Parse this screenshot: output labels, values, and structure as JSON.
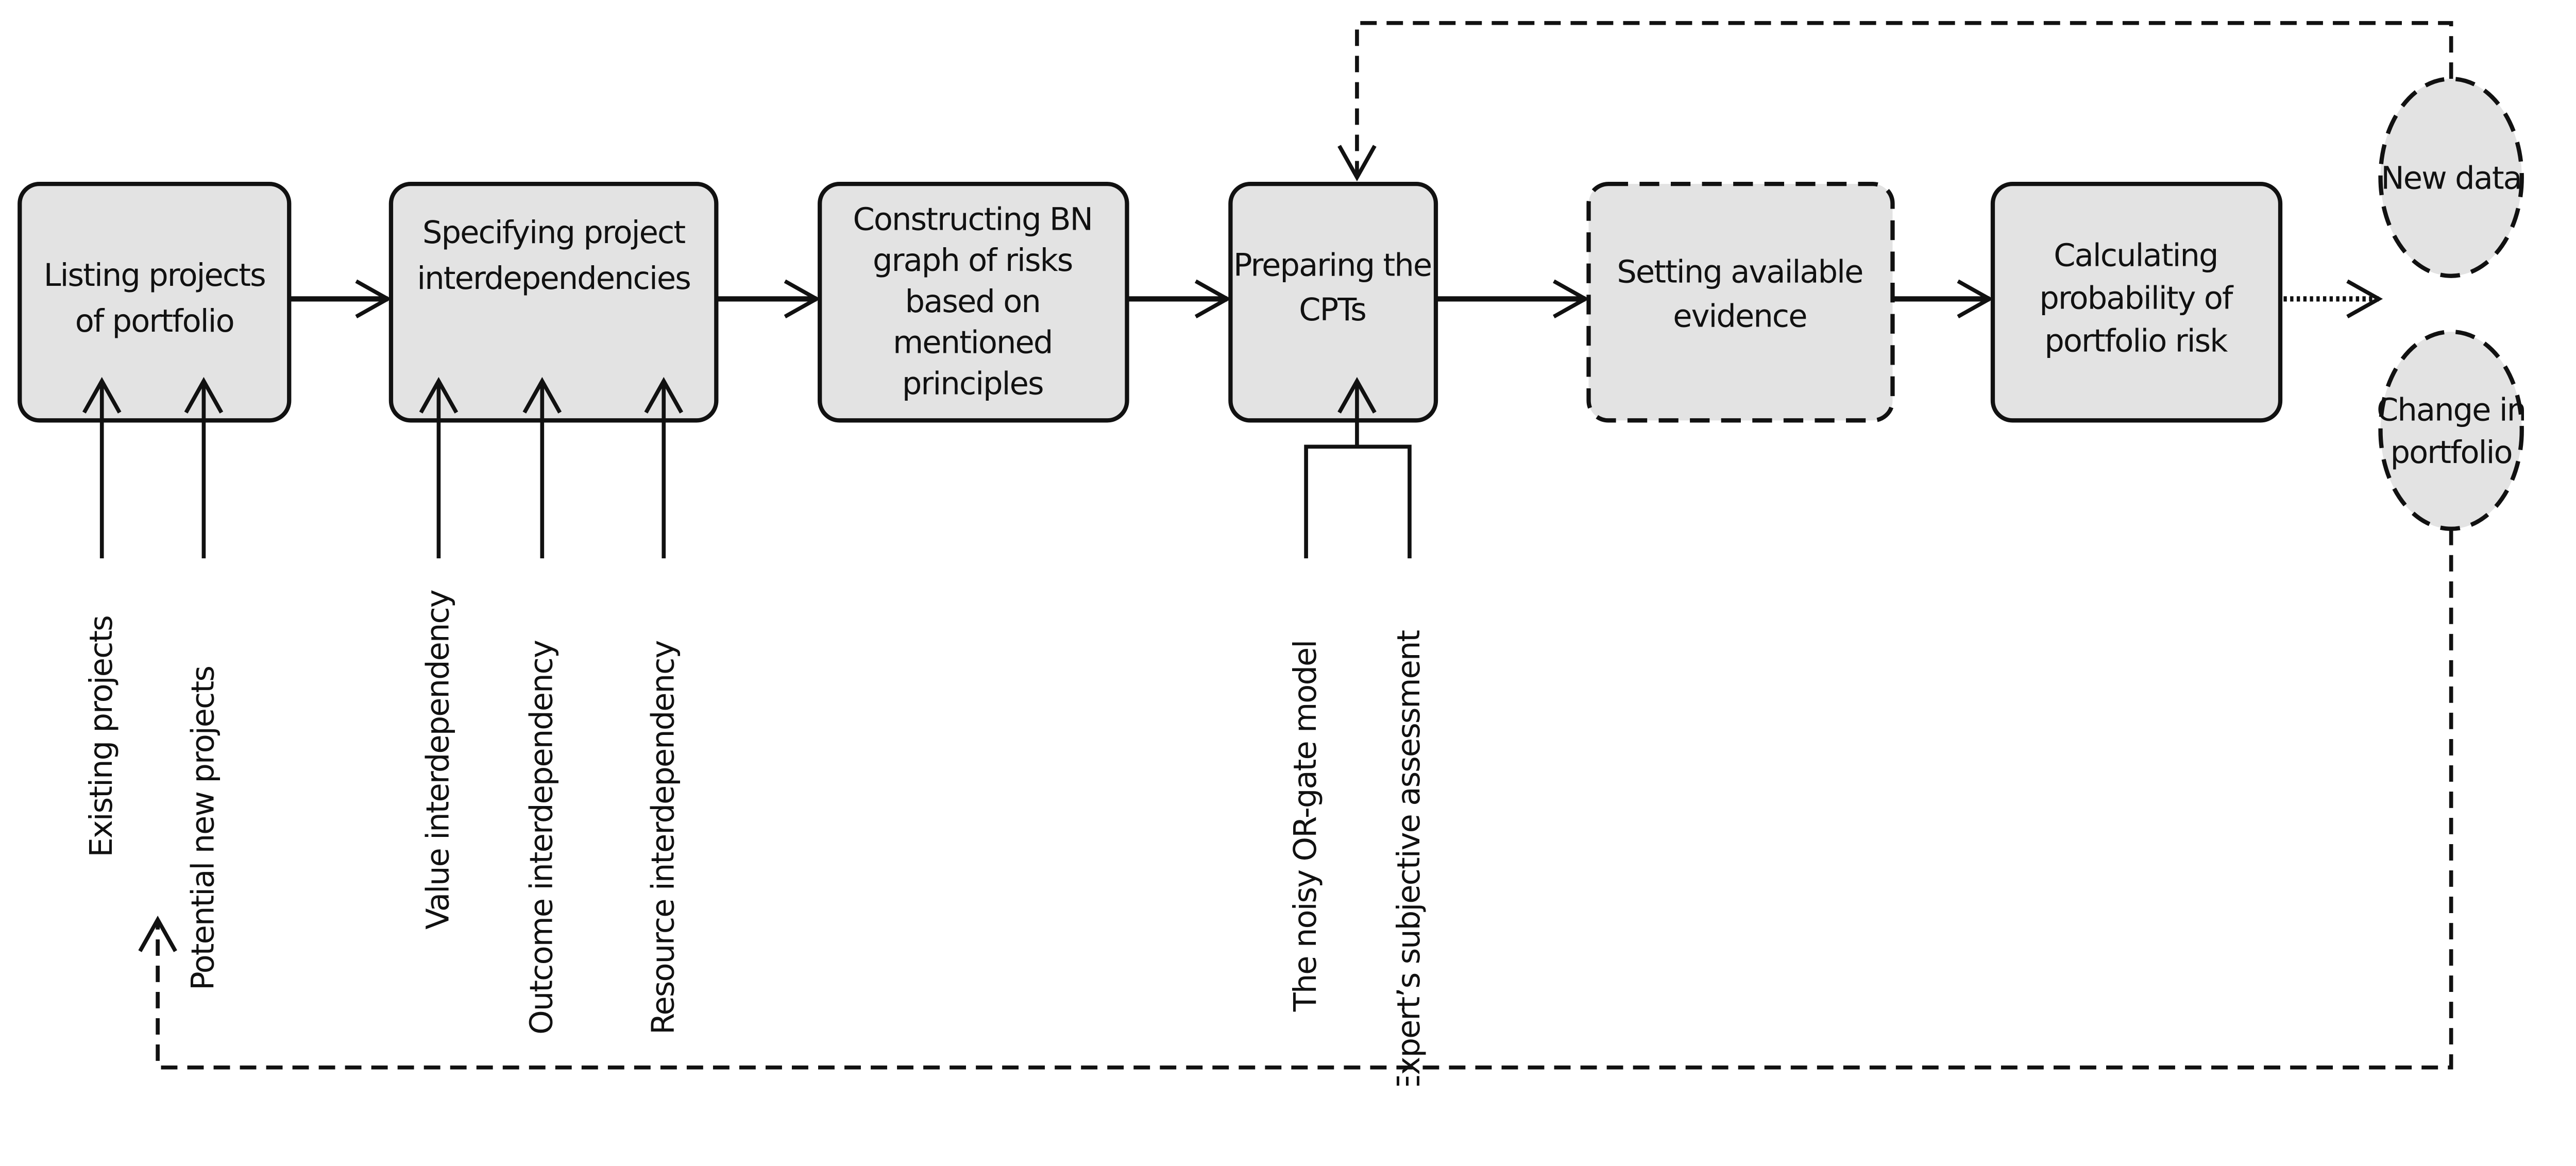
{
  "diagram": {
    "steps": [
      {
        "lines": [
          "Listing projects",
          "of portfolio"
        ]
      },
      {
        "lines": [
          "Specifying project",
          "interdependencies"
        ]
      },
      {
        "lines": [
          "Constructing BN",
          "graph of risks",
          "based on",
          "mentioned",
          "principles"
        ]
      },
      {
        "lines": [
          "Preparing the",
          "CPTs"
        ]
      },
      {
        "lines": [
          "Setting available",
          "evidence"
        ]
      },
      {
        "lines": [
          "Calculating",
          "probability of",
          "portfolio risk"
        ]
      }
    ],
    "triggers": [
      {
        "lines": [
          "New data"
        ]
      },
      {
        "lines": [
          "Change in",
          "portfolio"
        ]
      }
    ],
    "inputs": {
      "listing": [
        "Existing projects",
        "Potential new projects"
      ],
      "interdependencies": [
        "Value interdependency",
        "Outcome interdependency",
        "Resource interdependency"
      ],
      "cpts": [
        "The noisy OR-gate model",
        "Expert’s subjective assessment"
      ]
    }
  }
}
